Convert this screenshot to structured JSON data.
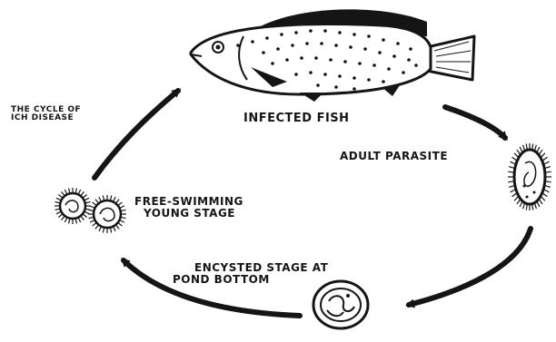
{
  "diagram": {
    "title": [
      "THE CYCLE OF",
      "ICH DISEASE"
    ],
    "stages": {
      "infected_fish": "INFECTED FISH",
      "adult_parasite": "ADULT PARASITE",
      "encysted": [
        "ENCYSTED STAGE AT",
        "POND BOTTOM"
      ],
      "free_swimming": [
        "FREE-SWIMMING",
        "YOUNG STAGE"
      ]
    },
    "colors": {
      "ink": "#151515",
      "paper": "#ffffff"
    }
  }
}
